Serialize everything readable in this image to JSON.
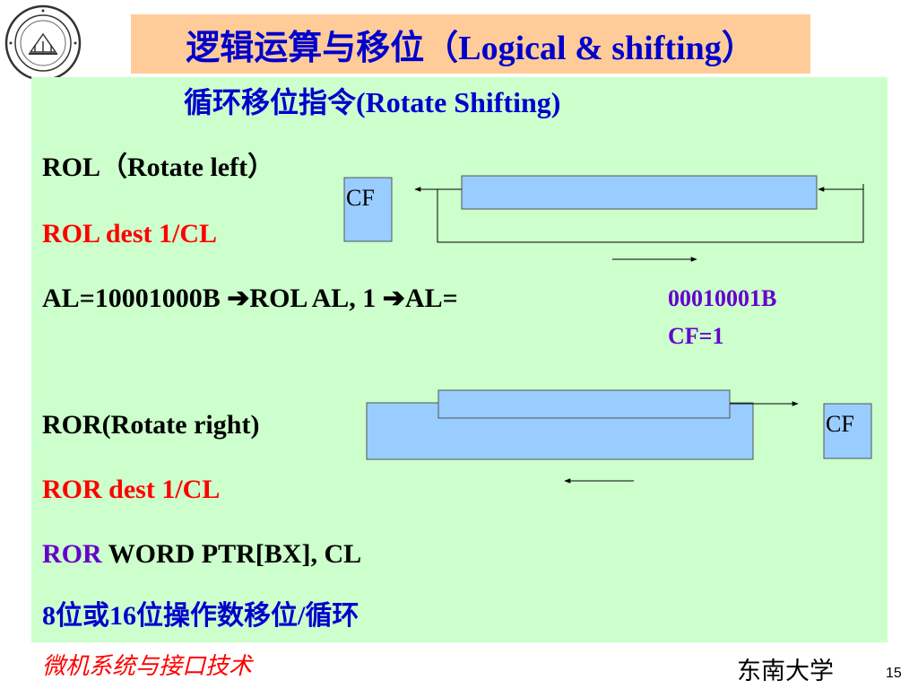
{
  "slide": {
    "title": "逻辑运算与移位（Logical & shifting）",
    "subtitle": "循环移位指令(Rotate  Shifting)",
    "lines": {
      "rol_heading": "ROL（Rotate left）",
      "rol_syntax": "ROL dest  1/CL",
      "rol_example": "AL=10001000B ➔ROL  AL, 1  ➔AL=",
      "rol_result_value": "00010001B",
      "rol_result_cf": "CF=1",
      "ror_heading": "ROR(Rotate right)",
      "ror_syntax": "ROR dest  1/CL",
      "ror_example_mnemonic": "ROR",
      "ror_example_operands": " WORD PTR[BX], CL",
      "operand_note": "8位或16位操作数移位/循环"
    },
    "diagram": {
      "rol_cf_label": "CF",
      "ror_cf_label": "CF"
    },
    "footer": {
      "course": "微机系统与接口技术",
      "university": "东南大学",
      "page_number": "15"
    }
  },
  "colors": {
    "title_background": "#ffcc99",
    "title_text": "#0000cc",
    "panel_background": "#ccffcc",
    "register_fill": "#99ccff",
    "syntax_text": "#ff0000",
    "result_text": "#6600cc"
  }
}
